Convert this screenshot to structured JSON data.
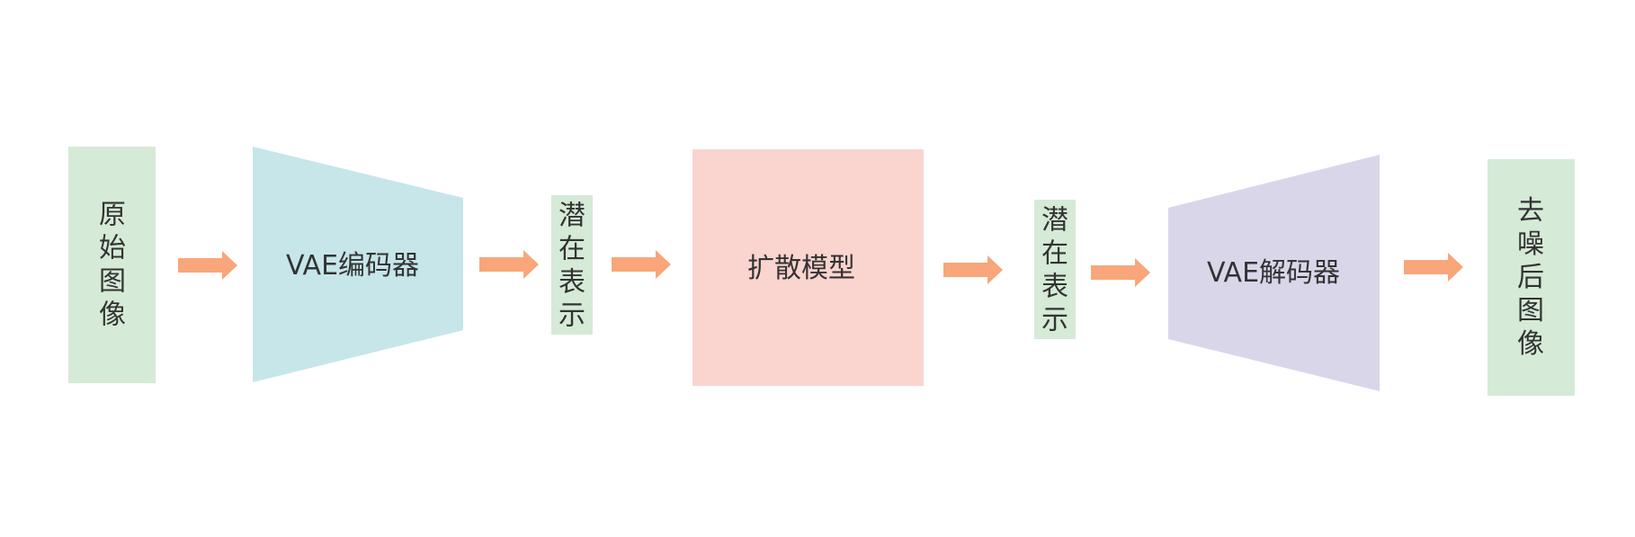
{
  "colors": {
    "image_box": "#d5ead7",
    "latent_box": "#d5ead7",
    "encoder": "#c6e6e9",
    "diffusion": "#fad4cf",
    "decoder": "#dad6ea",
    "arrow": "#f8a67a",
    "text": "#333333"
  },
  "nodes": {
    "input_image": {
      "label": "原始图像"
    },
    "vae_encoder": {
      "label": "VAE编码器"
    },
    "latent_1": {
      "label": "潜在表示"
    },
    "diffusion_model": {
      "label": "扩散模型"
    },
    "latent_2": {
      "label": "潜在表示"
    },
    "vae_decoder": {
      "label": "VAE解码器"
    },
    "output_image": {
      "label": "去噪后图像"
    }
  },
  "edges": [
    {
      "from": "input_image",
      "to": "vae_encoder"
    },
    {
      "from": "vae_encoder",
      "to": "latent_1"
    },
    {
      "from": "latent_1",
      "to": "diffusion_model"
    },
    {
      "from": "diffusion_model",
      "to": "latent_2"
    },
    {
      "from": "latent_2",
      "to": "vae_decoder"
    },
    {
      "from": "vae_decoder",
      "to": "output_image"
    }
  ]
}
